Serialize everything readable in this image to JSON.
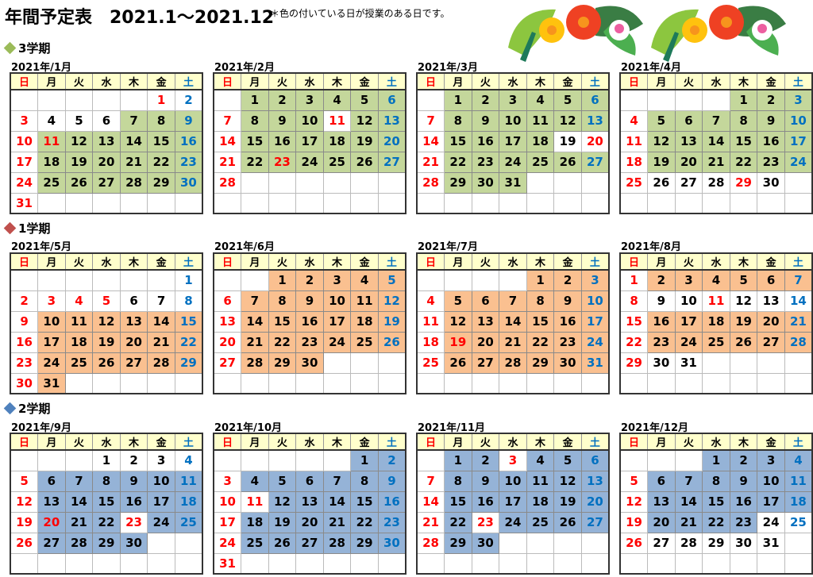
{
  "title": "年間予定表　2021.1〜2021.12",
  "note": "＊色の付いている日が授業のある日です。",
  "weekdays": [
    "日",
    "月",
    "火",
    "水",
    "木",
    "金",
    "土"
  ],
  "colors": {
    "sunday": "#ff0000",
    "saturday": "#0070c0",
    "holiday": "#ff0000"
  },
  "terms": [
    {
      "label": "3学期",
      "color": "#9bbb59",
      "shade": "#c4d79b",
      "months": [
        0,
        1,
        2,
        3
      ]
    },
    {
      "label": "1学期",
      "color": "#c0504d",
      "shade": "#fac090",
      "months": [
        4,
        5,
        6,
        7
      ]
    },
    {
      "label": "2学期",
      "color": "#4f81bd",
      "shade": "#95b3d7",
      "months": [
        8,
        9,
        10,
        11
      ]
    }
  ],
  "months": [
    {
      "label": "2021年/1月",
      "offset": 5,
      "days": 31,
      "shaded": [
        7,
        8,
        9,
        11,
        12,
        13,
        14,
        15,
        16,
        18,
        19,
        20,
        21,
        22,
        23,
        25,
        26,
        27,
        28,
        29,
        30
      ],
      "holidays": [
        1,
        11
      ]
    },
    {
      "label": "2021年/2月",
      "offset": 1,
      "days": 28,
      "shaded": [
        1,
        2,
        3,
        4,
        5,
        6,
        8,
        9,
        10,
        12,
        13,
        15,
        16,
        17,
        18,
        19,
        20,
        22,
        23,
        24,
        25,
        26,
        27
      ],
      "holidays": [
        11,
        23
      ]
    },
    {
      "label": "2021年/3月",
      "offset": 1,
      "days": 31,
      "shaded": [
        1,
        2,
        3,
        4,
        5,
        6,
        8,
        9,
        10,
        11,
        12,
        13,
        15,
        16,
        17,
        18,
        22,
        23,
        24,
        25,
        26,
        27,
        29,
        30,
        31
      ],
      "holidays": [
        20
      ]
    },
    {
      "label": "2021年/4月",
      "offset": 4,
      "days": 30,
      "shaded": [
        1,
        2,
        3,
        5,
        6,
        7,
        8,
        9,
        10,
        12,
        13,
        14,
        15,
        16,
        17,
        19,
        20,
        21,
        22,
        23,
        24
      ],
      "holidays": [
        29
      ]
    },
    {
      "label": "2021年/5月",
      "offset": 6,
      "days": 31,
      "shaded": [
        10,
        11,
        12,
        13,
        14,
        15,
        17,
        18,
        19,
        20,
        21,
        22,
        24,
        25,
        26,
        27,
        28,
        29,
        31
      ],
      "holidays": [
        3,
        4,
        5
      ]
    },
    {
      "label": "2021年/6月",
      "offset": 2,
      "days": 30,
      "shaded": [
        1,
        2,
        3,
        4,
        5,
        7,
        8,
        9,
        10,
        11,
        12,
        14,
        15,
        16,
        17,
        18,
        19,
        21,
        22,
        23,
        24,
        25,
        26,
        28,
        29,
        30
      ],
      "holidays": []
    },
    {
      "label": "2021年/7月",
      "offset": 4,
      "days": 31,
      "shaded": [
        1,
        2,
        3,
        5,
        6,
        7,
        8,
        9,
        10,
        12,
        13,
        14,
        15,
        16,
        17,
        19,
        20,
        21,
        22,
        23,
        24,
        26,
        27,
        28,
        29,
        30,
        31
      ],
      "holidays": [
        19
      ]
    },
    {
      "label": "2021年/8月",
      "offset": 0,
      "days": 31,
      "shaded": [
        2,
        3,
        4,
        5,
        6,
        7,
        16,
        17,
        18,
        19,
        20,
        21,
        23,
        24,
        25,
        26,
        27,
        28
      ],
      "holidays": [
        11
      ]
    },
    {
      "label": "2021年/9月",
      "offset": 3,
      "days": 30,
      "shaded": [
        6,
        7,
        8,
        9,
        10,
        11,
        13,
        14,
        15,
        16,
        17,
        18,
        20,
        21,
        22,
        24,
        25,
        27,
        28,
        29,
        30
      ],
      "holidays": [
        20,
        23
      ]
    },
    {
      "label": "2021年/10月",
      "offset": 5,
      "days": 31,
      "shaded": [
        1,
        2,
        4,
        5,
        6,
        7,
        8,
        9,
        12,
        13,
        14,
        15,
        16,
        18,
        19,
        20,
        21,
        22,
        23,
        25,
        26,
        27,
        28,
        29,
        30
      ],
      "holidays": [
        11
      ]
    },
    {
      "label": "2021年/11月",
      "offset": 1,
      "days": 30,
      "shaded": [
        1,
        2,
        4,
        5,
        6,
        8,
        9,
        10,
        11,
        12,
        13,
        15,
        16,
        17,
        18,
        19,
        20,
        22,
        24,
        25,
        26,
        27,
        29,
        30
      ],
      "holidays": [
        3,
        23
      ]
    },
    {
      "label": "2021年/12月",
      "offset": 3,
      "days": 31,
      "shaded": [
        1,
        2,
        3,
        4,
        6,
        7,
        8,
        9,
        10,
        11,
        13,
        14,
        15,
        16,
        17,
        18,
        20,
        21,
        22,
        23
      ],
      "holidays": []
    }
  ]
}
